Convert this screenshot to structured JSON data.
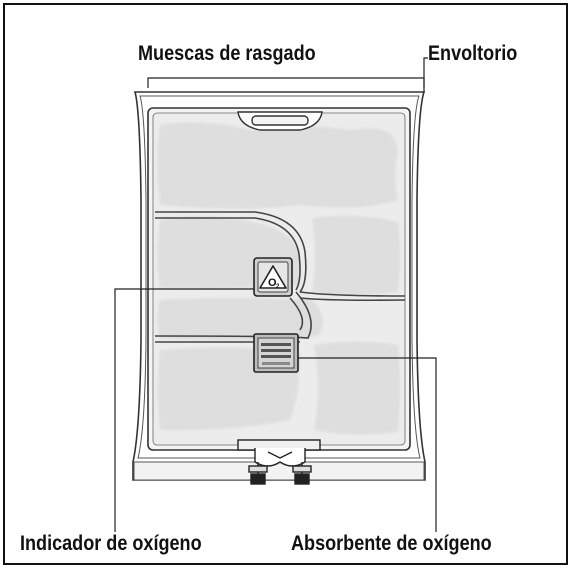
{
  "labels": {
    "tear_notches": "Muescas de rasgado",
    "wrapper": "Envoltorio",
    "oxygen_indicator": "Indicador de oxígeno",
    "oxygen_absorber": "Absorbente de oxígeno"
  },
  "indicator_symbol": "O",
  "indicator_subscript": "2",
  "icons": {
    "indicator": "oxygen-indicator-icon",
    "absorber": "oxygen-absorber-icon"
  }
}
